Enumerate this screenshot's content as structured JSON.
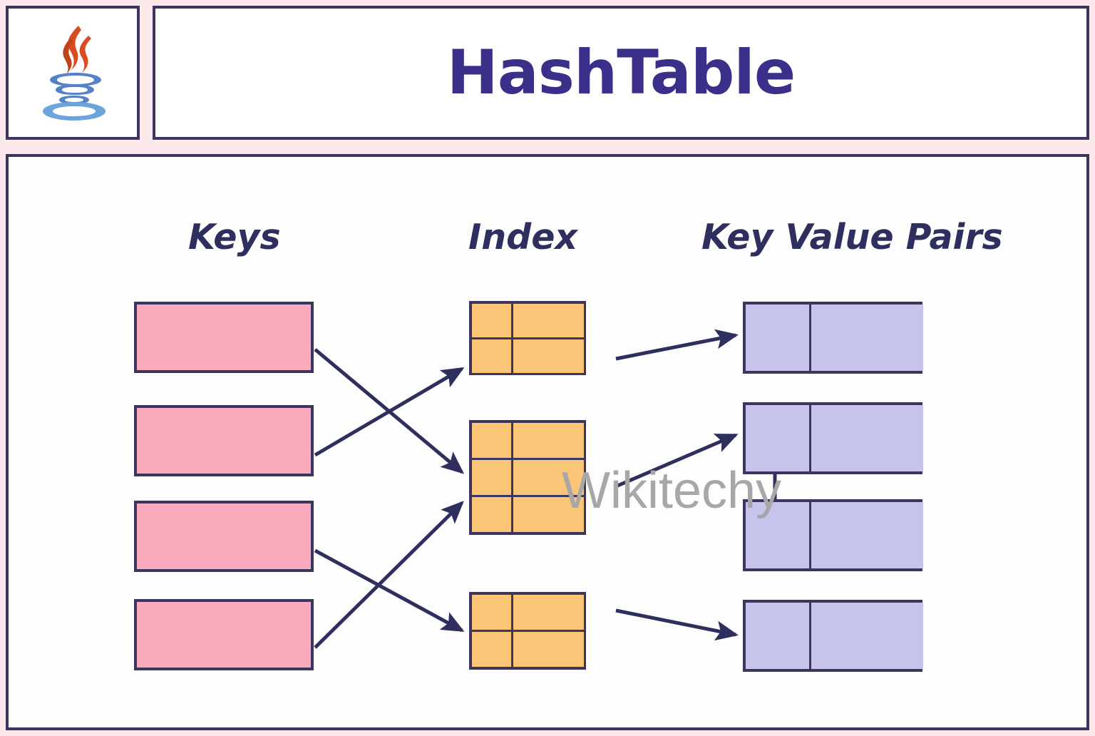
{
  "header": {
    "logo_icon": "java-coffee-cup-logo",
    "title": "HashTable"
  },
  "diagram": {
    "type": "hash-table-structure",
    "columns": [
      {
        "id": "keys",
        "label": "Keys"
      },
      {
        "id": "index",
        "label": "Index"
      },
      {
        "id": "kvp",
        "label": "Key Value Pairs"
      }
    ],
    "keys": [
      {
        "id": "key-0",
        "label": ""
      },
      {
        "id": "key-1",
        "label": ""
      },
      {
        "id": "key-2",
        "label": ""
      },
      {
        "id": "key-3",
        "label": ""
      }
    ],
    "index_buckets": [
      {
        "id": "bucket-0",
        "rows": 2,
        "cols": 2,
        "label": ""
      },
      {
        "id": "bucket-1",
        "rows": 3,
        "cols": 2,
        "label": ""
      },
      {
        "id": "bucket-2",
        "rows": 2,
        "cols": 2,
        "label": ""
      }
    ],
    "key_value_pairs": [
      {
        "id": "pair-0",
        "key": "",
        "value": ""
      },
      {
        "id": "pair-1",
        "key": "",
        "value": ""
      },
      {
        "id": "pair-2",
        "key": "",
        "value": ""
      },
      {
        "id": "pair-3",
        "key": "",
        "value": ""
      }
    ],
    "key_to_bucket_links": [
      {
        "from": "key-0",
        "to": "bucket-1"
      },
      {
        "from": "key-1",
        "to": "bucket-0"
      },
      {
        "from": "key-2",
        "to": "bucket-2"
      },
      {
        "from": "key-3",
        "to": "bucket-1"
      }
    ],
    "bucket_to_pair_links": [
      {
        "from": "bucket-0",
        "to": "pair-0"
      },
      {
        "from": "bucket-1",
        "to": "pair-1"
      },
      {
        "from": "bucket-2",
        "to": "pair-3"
      }
    ],
    "chain_links": [
      {
        "from": "pair-1",
        "to": "pair-2"
      }
    ]
  },
  "watermark": {
    "text": "Wikitechy"
  },
  "colors": {
    "frame_background": "#fbe9ec",
    "border": "#3b3560",
    "panel_background": "#ffffff",
    "title_text": "#3b3089",
    "heading_text": "#2e2f5e",
    "key_box_fill": "#f9abbe",
    "index_cell_fill": "#fbc577",
    "pair_cell_fill": "#c6c3ed",
    "arrow": "#2e2f5e",
    "watermark_text": "#a7a7a7"
  }
}
